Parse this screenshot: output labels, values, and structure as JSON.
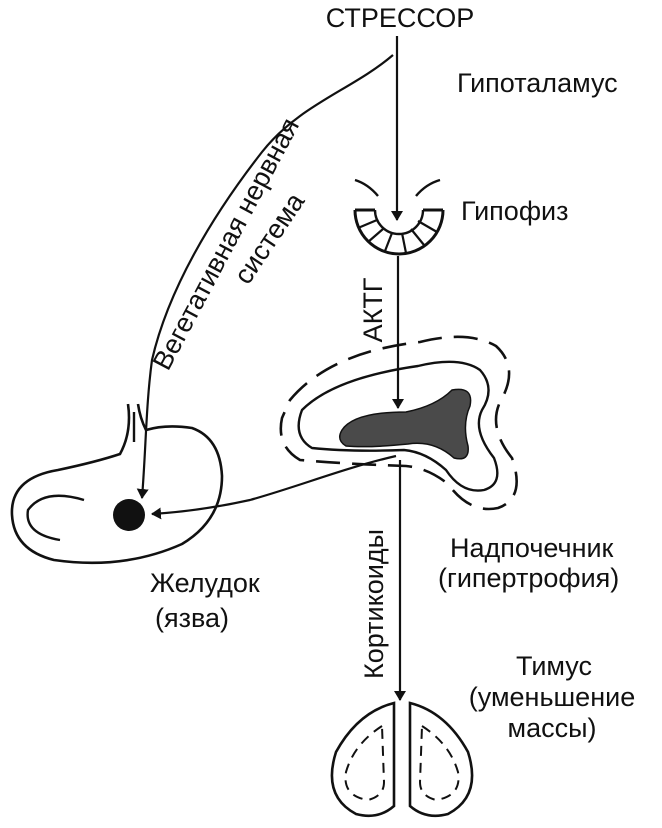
{
  "labels": {
    "stressor": "СТРЕССОР",
    "hypothalamus": "Гипоталамус",
    "pituitary": "Гипофиз",
    "acth": "АКТГ",
    "autonomic_line1": "Вегетативная нервная",
    "autonomic_line2": "система",
    "adrenal_line1": "Надпочечник",
    "adrenal_line2": "(гипертрофия)",
    "stomach_line1": "Желудок",
    "stomach_line2": "(язва)",
    "corticoids": "Кортикоиды",
    "thymus_line1": "Тимус",
    "thymus_line2": "(уменьшение",
    "thymus_line3": "массы)"
  },
  "colors": {
    "ink": "#111111",
    "adrenal_core": "#4a4a4a",
    "background": "#ffffff"
  }
}
